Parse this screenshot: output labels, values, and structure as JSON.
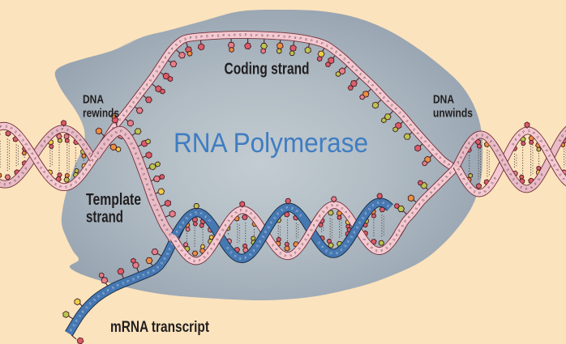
{
  "figure": {
    "type": "biology-diagram",
    "subject": "Transcription by RNA Polymerase"
  },
  "labels": {
    "coding_strand": "Coding strand",
    "dna_rewinds_line1": "DNA",
    "dna_rewinds_line2": "rewinds",
    "dna_unwinds_line1": "DNA",
    "dna_unwinds_line2": "unwinds",
    "enzyme_title": "RNA Polymerase",
    "template_strand_line1": "Template",
    "template_strand_line2": "strand",
    "mrna_transcript": "mRNA transcript"
  },
  "colors": {
    "background": "#fbe3bd",
    "enzyme_center": "#c3ccd2",
    "enzyme_mid": "#b0bbc3",
    "enzyme_edge": "#8f9cab",
    "enzyme_title_text": "#3f7dc2",
    "label_text": "#211e1f",
    "dna_ribbon_light": "#f5c9d1",
    "dna_ribbon_dusty": "#e9bcc7",
    "dna_ribbon_outline": "#703038",
    "backbone_letter_dna": "#3c2428",
    "mrna_ribbon": "#4678b2",
    "mrna_ribbon_outline": "#13263d",
    "backbone_letter_rna": "#dde7f2",
    "hbond_dots": "#4a4440",
    "base_stem": "#4c2328",
    "base_outline": "#471d23",
    "base_palette": [
      "#e05a68",
      "#e87e8b",
      "#ec8f3f",
      "#eecf45",
      "#b9c74d",
      "#d8606e"
    ]
  }
}
